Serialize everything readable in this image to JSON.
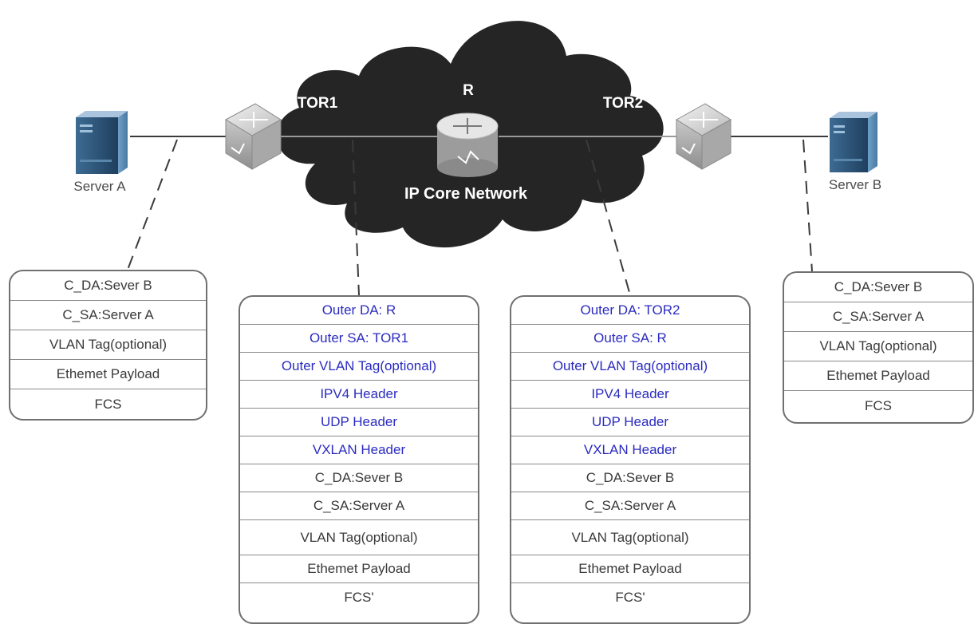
{
  "labels": {
    "router": "R",
    "tor1": "TOR1",
    "tor2": "TOR2",
    "core": "IP Core Network",
    "server_a": "Server A",
    "server_b": "Server B"
  },
  "colors": {
    "outer_header_text": "#2b2bc0",
    "inner_text": "#3a3a3a",
    "cloud": "#252525",
    "frame_border": "#707070"
  },
  "frames": {
    "server_a": [
      "C_DA:Sever B",
      "C_SA:Server A",
      "VLAN Tag(optional)",
      "Ethemet Payload",
      "FCS"
    ],
    "tor1": {
      "outer": [
        "Outer DA: R",
        "Outer SA: TOR1",
        "Outer VLAN Tag(optional)",
        "IPV4 Header",
        "UDP Header",
        "VXLAN Header"
      ],
      "inner": [
        "C_DA:Sever B",
        "C_SA:Server A",
        "VLAN Tag(optional)",
        "Ethemet Payload",
        "FCS'"
      ]
    },
    "tor2": {
      "outer": [
        "Outer DA: TOR2",
        "Outer SA: R",
        "Outer VLAN Tag(optional)",
        "IPV4 Header",
        "UDP Header",
        "VXLAN Header"
      ],
      "inner": [
        "C_DA:Sever B",
        "C_SA:Server A",
        "VLAN Tag(optional)",
        "Ethemet Payload",
        "FCS'"
      ]
    },
    "server_b": [
      "C_DA:Sever B",
      "C_SA:Server A",
      "VLAN Tag(optional)",
      "Ethemet Payload",
      "FCS"
    ]
  },
  "icons": [
    "server-icon",
    "switch-icon",
    "router-icon",
    "cloud-icon"
  ]
}
